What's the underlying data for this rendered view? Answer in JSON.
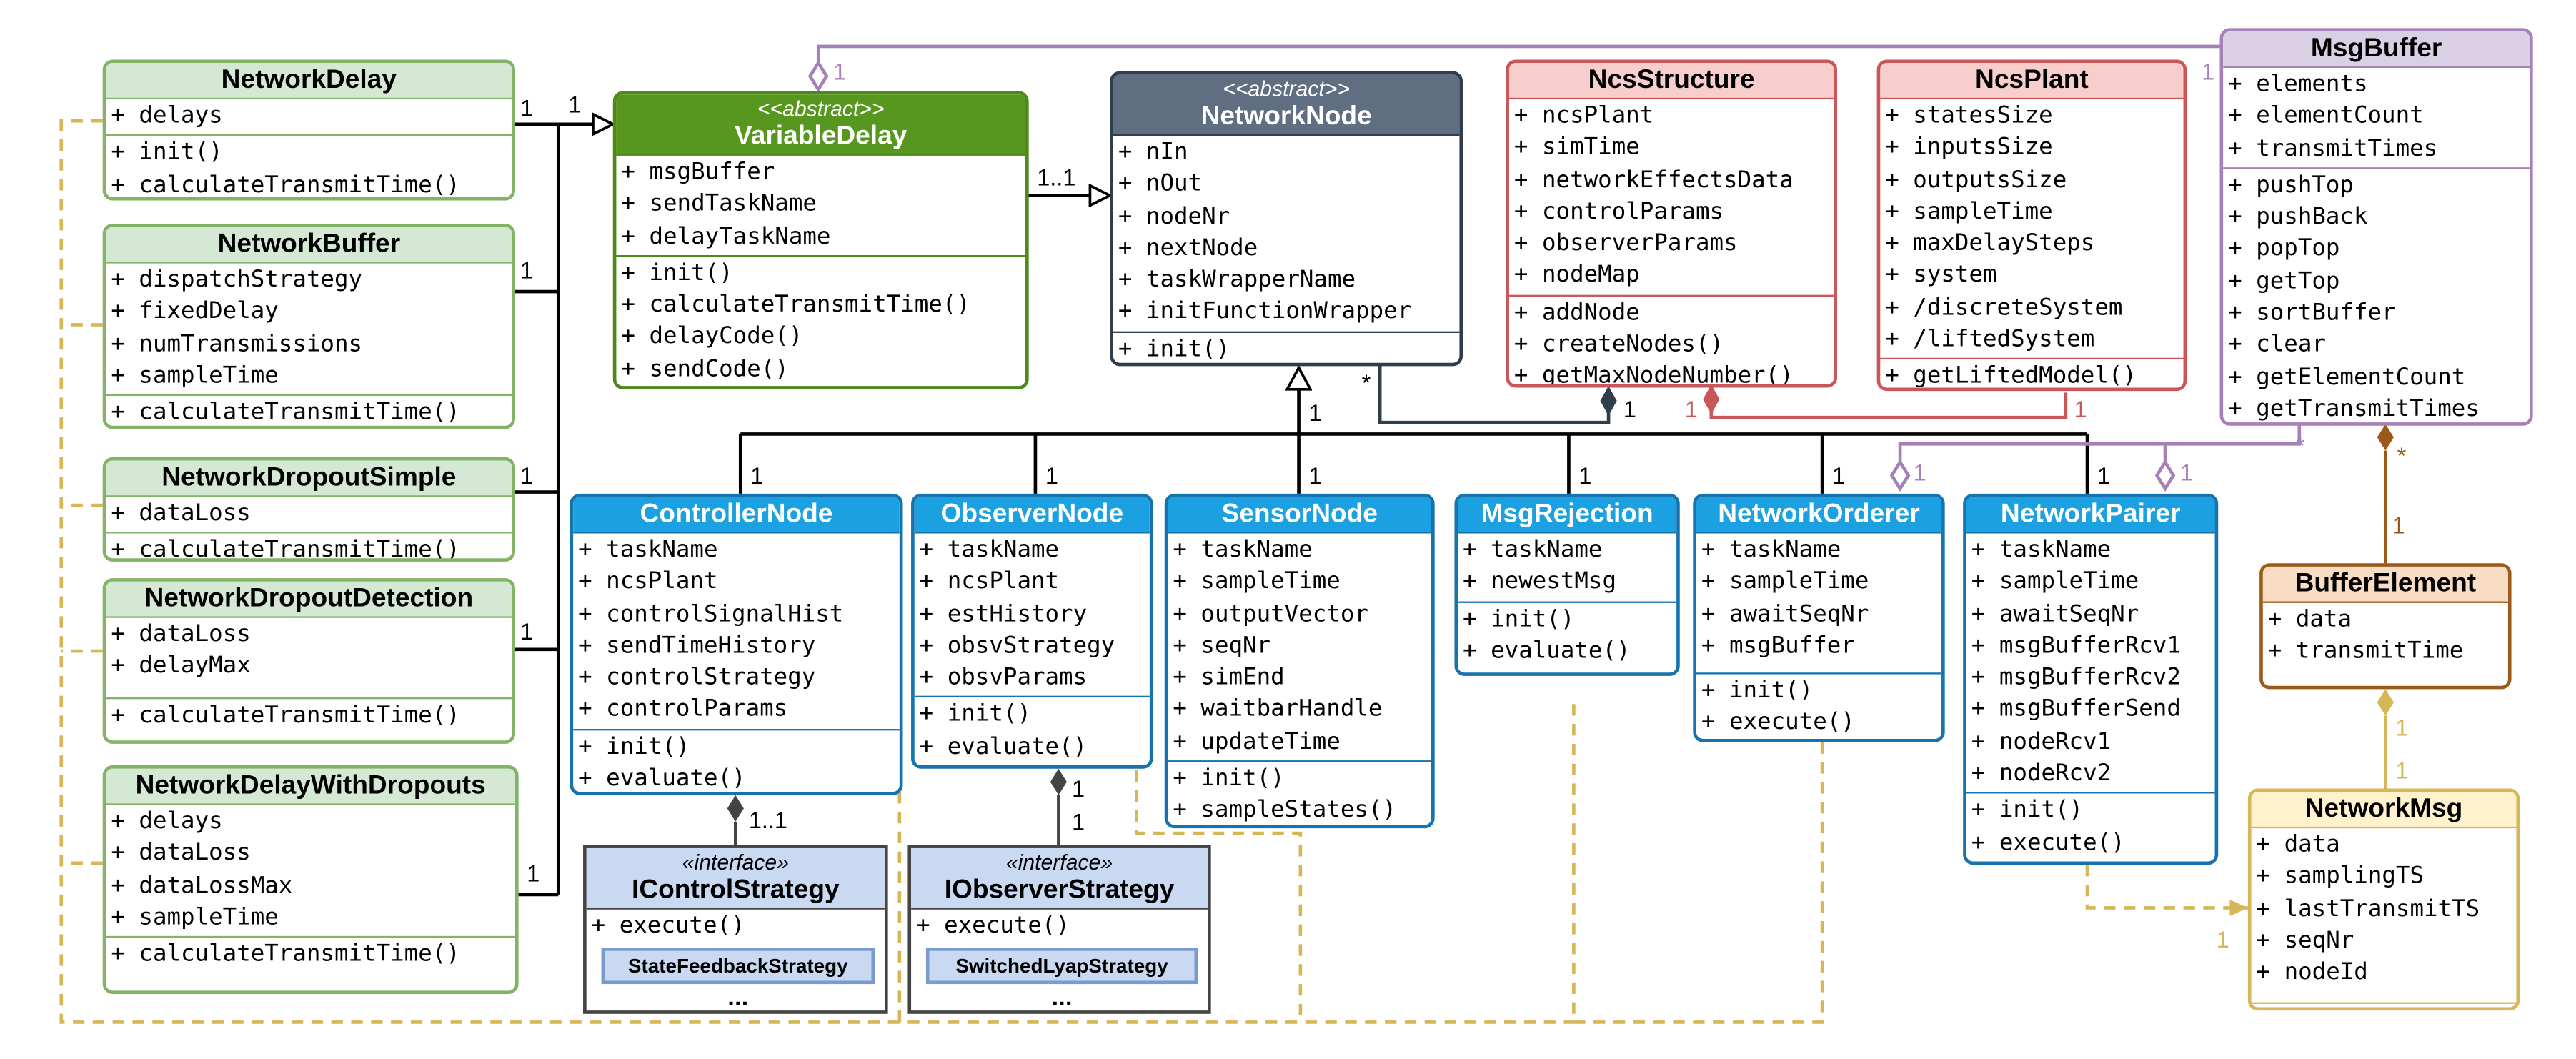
{
  "colors": {
    "green_border": "#82b366",
    "green_fill": "#d5e8d4",
    "abstract_green": "#57961f",
    "abstract_slate": "#5f6e80",
    "red_border": "#c9575a",
    "red_fill": "#f7cecc",
    "purple_border": "#a680b8",
    "purple_fill": "#d9d0e6",
    "blue_border": "#1573ae",
    "blue_fill": "#1ba1e2",
    "brown_border": "#9c5a1a",
    "yellow_border": "#d6b656",
    "dashed_link": "#d6b656"
  },
  "classes": {
    "network_delay": {
      "name": "NetworkDelay",
      "attributes": [
        "+ delays"
      ],
      "methods": [
        "+ init()",
        "+ calculateTransmitTime()"
      ]
    },
    "network_buffer": {
      "name": "NetworkBuffer",
      "attributes": [
        "+ dispatchStrategy",
        "+ fixedDelay",
        "+ numTransmissions",
        "+ sampleTime"
      ],
      "methods": [
        "+ calculateTransmitTime()"
      ]
    },
    "network_dropout_simple": {
      "name": "NetworkDropoutSimple",
      "attributes": [
        "+ dataLoss"
      ],
      "methods": [
        "+ calculateTransmitTime()"
      ]
    },
    "network_dropout_detection": {
      "name": "NetworkDropoutDetection",
      "attributes": [
        "+ dataLoss",
        "+ delayMax"
      ],
      "methods": [
        "+ calculateTransmitTime()"
      ]
    },
    "network_delay_with_dropouts": {
      "name": "NetworkDelayWithDropouts",
      "attributes": [
        "+ delays",
        "+ dataLoss",
        "+ dataLossMax",
        "+ sampleTime"
      ],
      "methods": [
        "+ calculateTransmitTime()"
      ]
    },
    "variable_delay": {
      "stereotype": "<<abstract>>",
      "name": "VariableDelay",
      "attributes": [
        "+ msgBuffer",
        "+ sendTaskName",
        "+ delayTaskName"
      ],
      "methods": [
        "+ init()",
        "+ calculateTransmitTime()",
        "+ delayCode()",
        "+ sendCode()"
      ]
    },
    "network_node": {
      "stereotype": "<<abstract>>",
      "name": "NetworkNode",
      "attributes": [
        "+ nIn",
        "+ nOut",
        "+ nodeNr",
        "+ nextNode",
        "+ taskWrapperName",
        "+ initFunctionWrapper"
      ],
      "methods": [
        "+ init()"
      ]
    },
    "ncs_structure": {
      "name": "NcsStructure",
      "attributes": [
        "+ ncsPlant",
        "+ simTime",
        "+ networkEffectsData",
        "+ controlParams",
        "+ observerParams",
        "+ nodeMap"
      ],
      "methods": [
        "+ addNode",
        "+ createNodes()",
        "+ getMaxNodeNumber()"
      ]
    },
    "ncs_plant": {
      "name": "NcsPlant",
      "attributes": [
        "+ statesSize",
        "+ inputsSize",
        "+ outputsSize",
        "+ sampleTime",
        "+ maxDelaySteps",
        "+ system",
        "+ /discreteSystem",
        "+ /liftedSystem"
      ],
      "methods": [
        "+ getLiftedModel()"
      ]
    },
    "msg_buffer": {
      "name": "MsgBuffer",
      "attributes": [
        "+ elements",
        "+ elementCount",
        "+ transmitTimes"
      ],
      "methods": [
        "+ pushTop",
        "+ pushBack",
        "+ popTop",
        "+ getTop",
        "+ sortBuffer",
        "+ clear",
        "+ getElementCount",
        "+ getTransmitTimes"
      ]
    },
    "controller_node": {
      "name": "ControllerNode",
      "attributes": [
        "+ taskName",
        "+ ncsPlant",
        "+ controlSignalHist",
        "+ sendTimeHistory",
        "+ controlStrategy",
        "+ controlParams"
      ],
      "methods": [
        "+ init()",
        "+ evaluate()"
      ]
    },
    "observer_node": {
      "name": "ObserverNode",
      "attributes": [
        "+ taskName",
        "+ ncsPlant",
        "+ estHistory",
        "+ obsvStrategy",
        "+ obsvParams"
      ],
      "methods": [
        "+ init()",
        "+ evaluate()"
      ]
    },
    "sensor_node": {
      "name": "SensorNode",
      "attributes": [
        "+ taskName",
        "+ sampleTime",
        "+ outputVector",
        "+ seqNr",
        "+ simEnd",
        "+ waitbarHandle",
        "+ updateTime"
      ],
      "methods": [
        "+ init()",
        "+ sampleStates()"
      ]
    },
    "msg_rejection": {
      "name": "MsgRejection",
      "attributes": [
        "+ taskName",
        "+ newestMsg"
      ],
      "methods": [
        "+ init()",
        "+ evaluate()"
      ]
    },
    "network_orderer": {
      "name": "NetworkOrderer",
      "attributes": [
        "+ taskName",
        "+ sampleTime",
        "+ awaitSeqNr",
        "+ msgBuffer"
      ],
      "methods": [
        "+ init()",
        "+ execute()"
      ]
    },
    "network_pairer": {
      "name": "NetworkPairer",
      "attributes": [
        "+ taskName",
        "+ sampleTime",
        "+ awaitSeqNr",
        "+ msgBufferRcv1",
        "+ msgBufferRcv2",
        "+ msgBufferSend",
        "+ nodeRcv1",
        "+ nodeRcv2"
      ],
      "methods": [
        "+ init()",
        "+ execute()"
      ]
    },
    "buffer_element": {
      "name": "BufferElement",
      "attributes": [
        "+ data",
        "+ transmitTime"
      ],
      "methods": []
    },
    "network_msg": {
      "name": "NetworkMsg",
      "attributes": [
        "+ data",
        "+ samplingTS",
        "+ lastTransmitTS",
        "+ seqNr",
        "+ nodeId"
      ],
      "methods": []
    },
    "i_control_strategy": {
      "stereotype": "«interface»",
      "name": "IControlStrategy",
      "methods": [
        "+ execute()"
      ],
      "implementation": "StateFeedbackStrategy",
      "ellipsis": "..."
    },
    "i_observer_strategy": {
      "stereotype": "«interface»",
      "name": "IObserverStrategy",
      "methods": [
        "+ execute()"
      ],
      "implementation": "SwitchedLyapStrategy",
      "ellipsis": "..."
    }
  },
  "multiplicities": {
    "delay_1": "1",
    "vd_1": "1",
    "buffer_1": "1",
    "dropout_simple_1": "1",
    "dropout_detection_1": "1",
    "delay_dropouts_1": "1",
    "vd_node_1": "1..1",
    "vd_msgbuffer": "1",
    "msgbuffer_vd": "1",
    "node_gen_1": "1",
    "node_star": "*",
    "ncs_struct_1": "1",
    "ncs_plant_1a": "1",
    "ncs_plant_1b": "1",
    "ctrl_gen": "1",
    "obs_gen": "1",
    "sensor_gen": "1",
    "rej_gen": "1",
    "ord_gen": "1",
    "pair_gen": "1",
    "ord_buf": "1",
    "pair_buf": "1",
    "msgbuf_star": "*",
    "msgbuf_elem_star": "*",
    "elem_1": "1",
    "elem_msg_1": "1",
    "ctrl_iface_1": "1..1",
    "obs_iface_1a": "1",
    "obs_iface_1b": "1",
    "msg_dep_1": "1"
  }
}
